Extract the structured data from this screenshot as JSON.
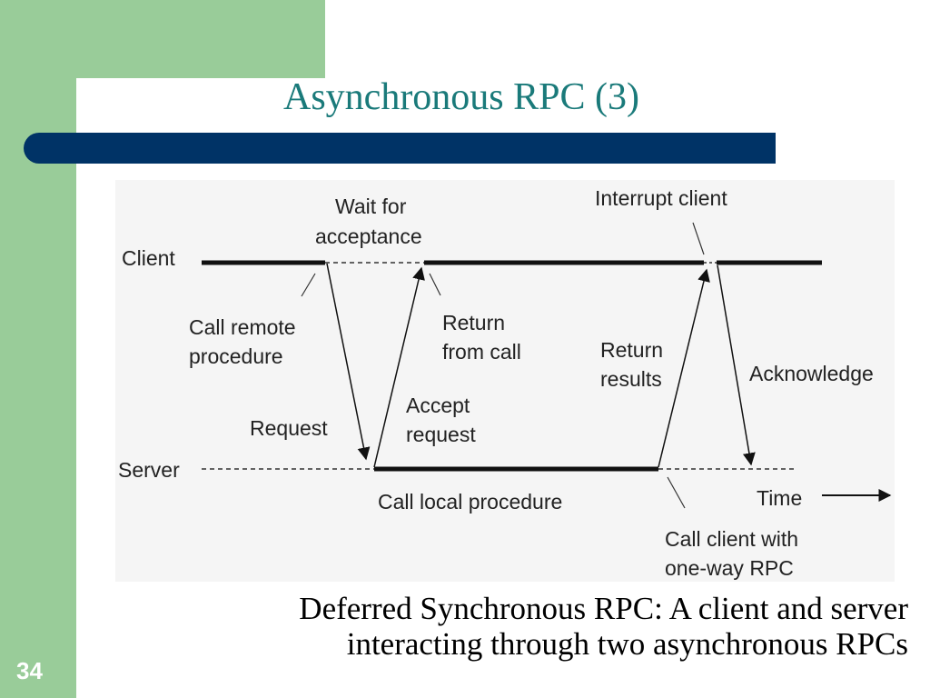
{
  "slide": {
    "title": "Asynchronous RPC (3)",
    "page_number": "34",
    "colors": {
      "sidebar": "#99cc99",
      "title_bar": "#003366",
      "title_text": "#1a7a7a"
    }
  },
  "diagram": {
    "lanes": {
      "client": "Client",
      "server": "Server"
    },
    "labels": {
      "wait_line1": "Wait for",
      "wait_line2": "acceptance",
      "interrupt": "Interrupt client",
      "call_remote_line1": "Call remote",
      "call_remote_line2": "procedure",
      "return_line1": "Return",
      "return_line2": "from call",
      "return_results_line1": "Return",
      "return_results_line2": "results",
      "acknowledge": "Acknowledge",
      "accept_line1": "Accept",
      "accept_line2": "request",
      "request": "Request",
      "call_local": "Call local procedure",
      "time": "Time",
      "call_client_line1": "Call client with",
      "call_client_line2": "one-way RPC"
    }
  },
  "caption": {
    "line1": "Deferred Synchronous RPC: A client and server",
    "line2": "interacting through two asynchronous RPCs"
  }
}
